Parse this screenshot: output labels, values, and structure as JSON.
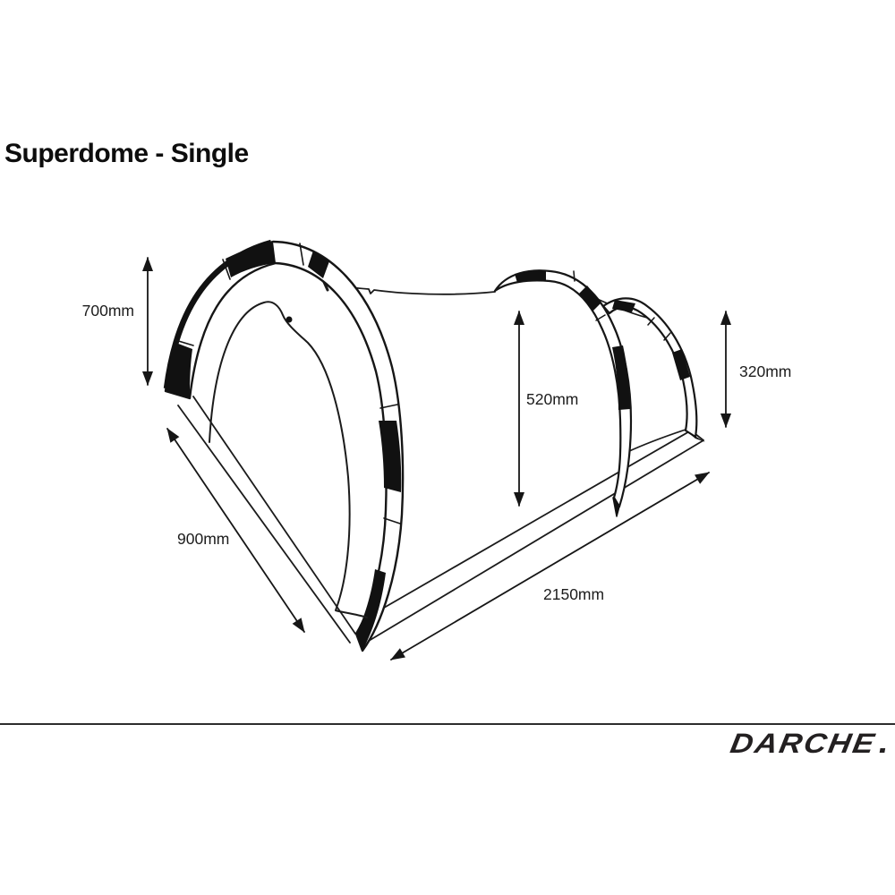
{
  "title": "Superdome - Single",
  "dimensions": {
    "front_height": "700mm",
    "mid_height": "520mm",
    "rear_height": "320mm",
    "floor_width": "900mm",
    "floor_length": "2150mm"
  },
  "brand": {
    "name": "DARCHE"
  },
  "colors": {
    "ink": "#1b1b1b",
    "black_fill": "#111111",
    "background": "#ffffff"
  }
}
